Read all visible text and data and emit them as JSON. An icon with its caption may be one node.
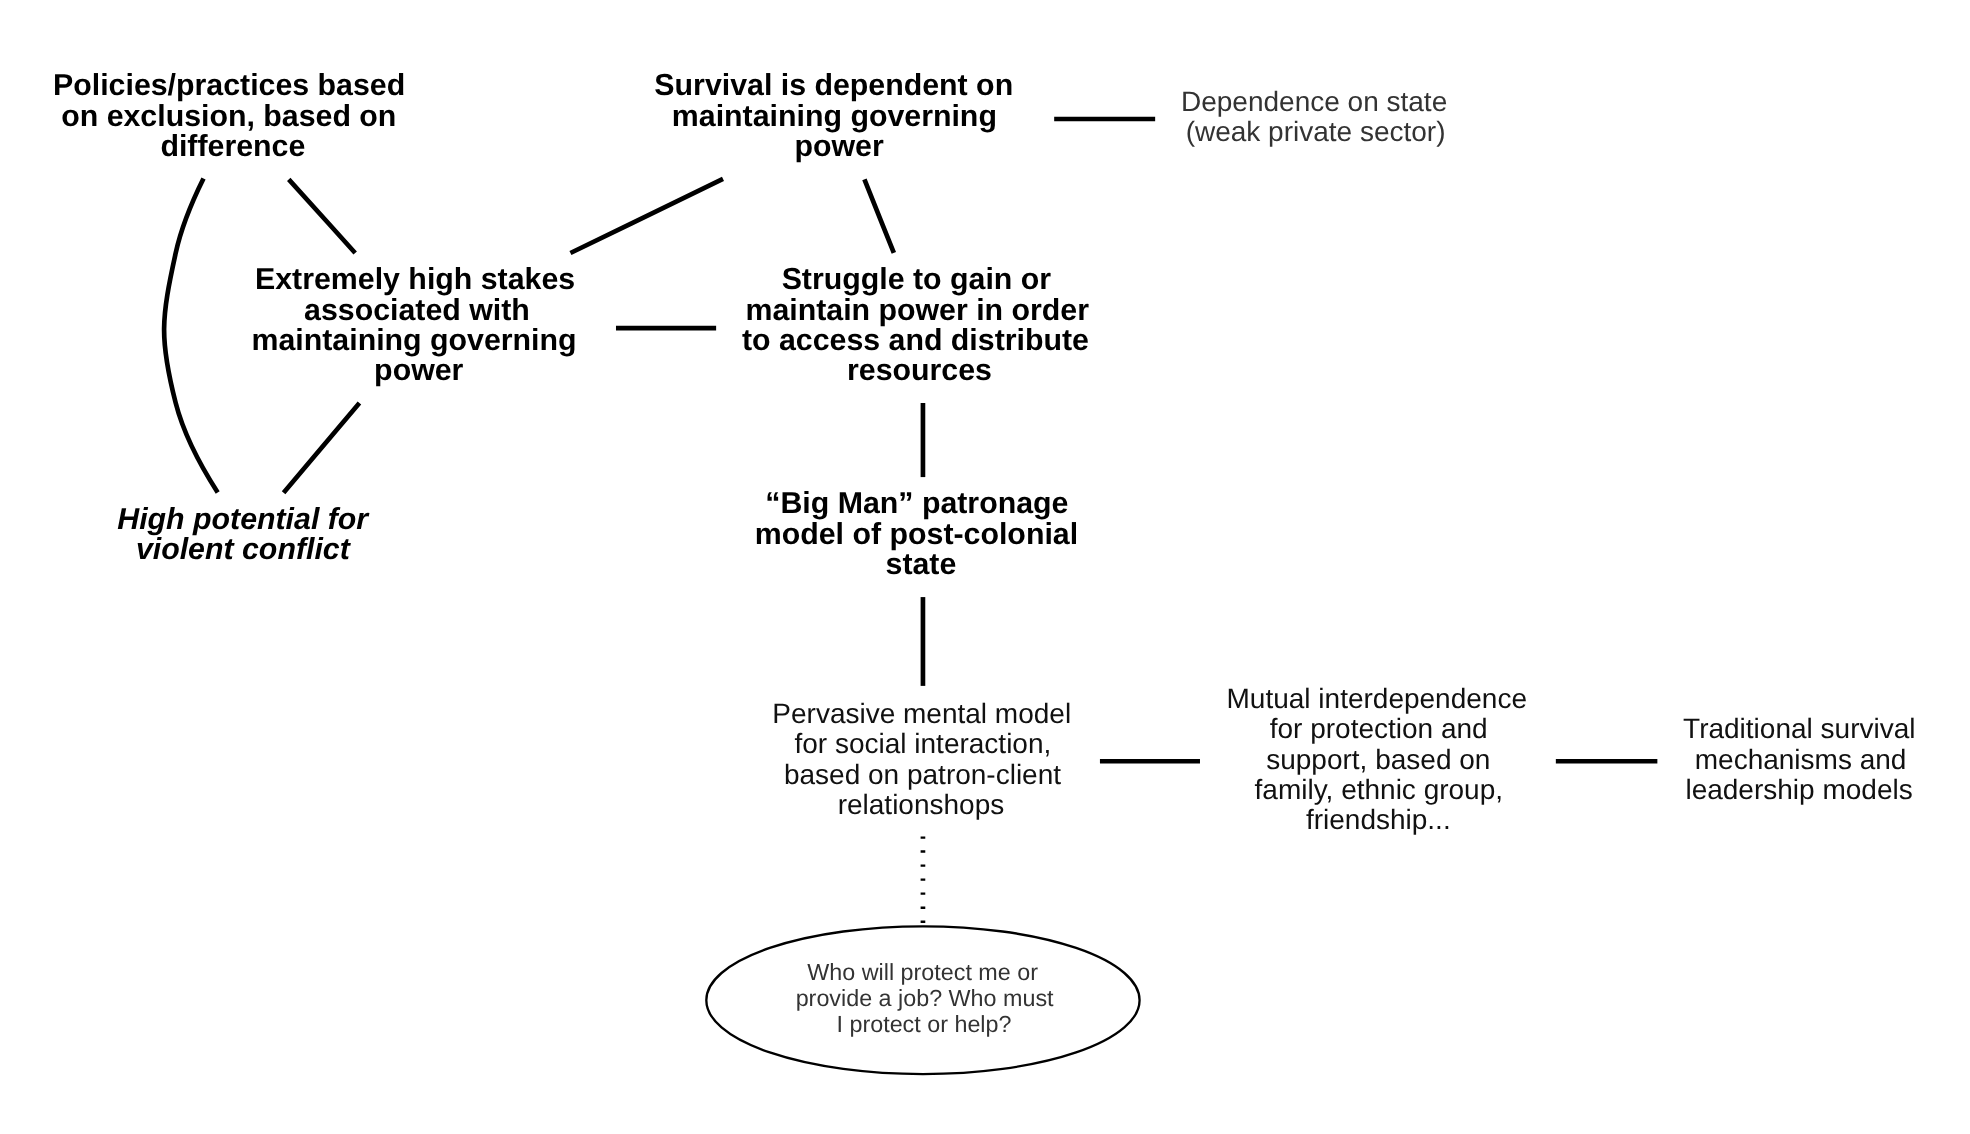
{
  "diagram": {
    "nodes": [
      {
        "text": [
          "Policies/practices based on exclusion, based on difference"
        ]
      },
      {
        "text": [
          "Survival is dependent on maintaining governing power"
        ]
      },
      {
        "text": [
          "Dependence on state (weak private sector)"
        ]
      },
      {
        "text": [
          "Extremely high stakes associated with maintaining governing power"
        ]
      },
      {
        "text": [
          "Struggle to gain or maintain power in order to access and distribute resources"
        ]
      },
      {
        "text": [
          "High potential for violent conflict"
        ]
      },
      {
        "text": [
          "“Big Man” patronage model of post-colonial state"
        ]
      },
      {
        "text": [
          "Traditional survival mechanisms and leadership models"
        ]
      },
      {
        "text": [
          "Mutual interdependence for protection and support, based on family, ethnic group, friendship..."
        ]
      },
      {
        "text": [
          "Pervasive mental model for social interaction, based on patron-client relationshops"
        ]
      },
      {
        "text": [
          "Who will protect me or provide a job? Who must I protect or help?"
        ]
      }
    ],
    "edges": [
      {
        "from": 0,
        "to": 3,
        "arrow": "none"
      },
      {
        "from": 0,
        "to": 5,
        "arrow": "none"
      },
      {
        "from": 3,
        "to": 1,
        "arrow": "none"
      },
      {
        "from": 1,
        "to": 4,
        "arrow": "none"
      },
      {
        "from": 3,
        "to": 4,
        "arrow": "none"
      },
      {
        "from": 3,
        "to": 5,
        "arrow": "none"
      },
      {
        "from": 1,
        "to": 2,
        "arrow": "none"
      },
      {
        "from": 4,
        "to": 6,
        "arrow": "none"
      },
      {
        "from": 6,
        "to": 9,
        "arrow": "none"
      },
      {
        "from": 9,
        "to": 8,
        "arrow": "none"
      },
      {
        "from": 8,
        "to": 7,
        "arrow": "none"
      },
      {
        "from": 9,
        "to": 10,
        "arrow": "none",
        "style": "dashed"
      }
    ]
  }
}
